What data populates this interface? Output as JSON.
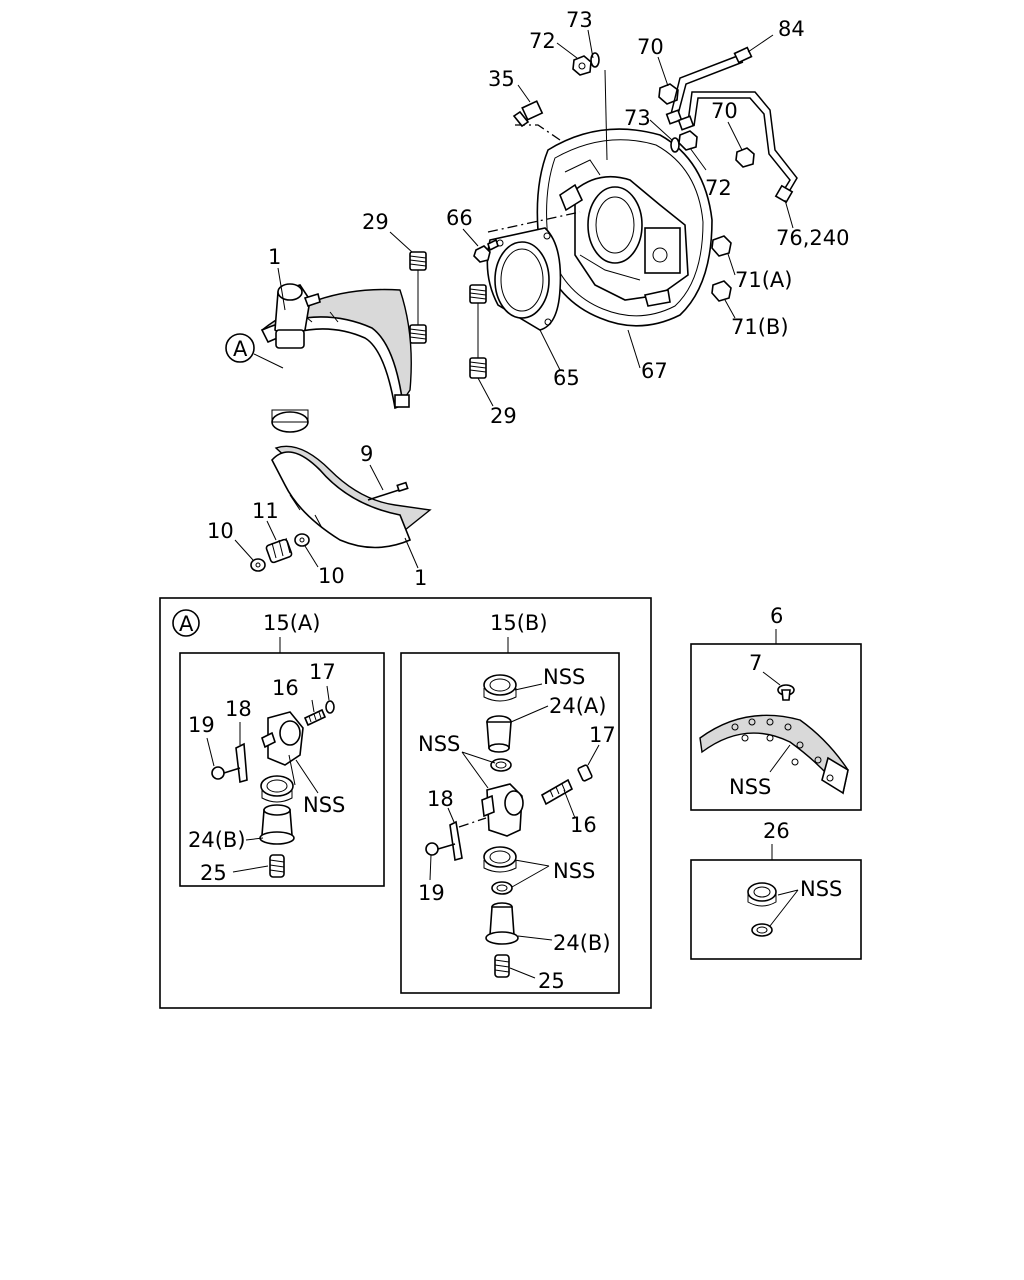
{
  "diagram": {
    "callouts": {
      "c73_top": "73",
      "c72_top": "72",
      "c70_top": "70",
      "c84": "84",
      "c35": "35",
      "c73_mid": "73",
      "c70_mid": "70",
      "c72_mid": "72",
      "c76_240": "76,240",
      "c29_top": "29",
      "c66": "66",
      "c71a": "71(A)",
      "c71b": "71(B)",
      "c1_top": "1",
      "cA_main": "A",
      "c65": "65",
      "c67": "67",
      "c29_bot": "29",
      "c9": "9",
      "c11": "11",
      "c10_left": "10",
      "c10_right": "10",
      "c1_bot": "1"
    },
    "detail_a": {
      "marker": "A",
      "left": {
        "title": "15(A)",
        "c17": "17",
        "c16": "16",
        "c18": "18",
        "c19": "19",
        "nss": "NSS",
        "c24b": "24(B)",
        "c25": "25"
      },
      "right": {
        "title": "15(B)",
        "nss1": "NSS",
        "c24a": "24(A)",
        "nss2": "NSS",
        "c17": "17",
        "c18": "18",
        "c16": "16",
        "nss3": "NSS",
        "c19": "19",
        "c24b": "24(B)",
        "c25": "25"
      }
    },
    "box_6": {
      "title": "6",
      "c7": "7",
      "nss": "NSS"
    },
    "box_26": {
      "title": "26",
      "nss": "NSS"
    }
  }
}
